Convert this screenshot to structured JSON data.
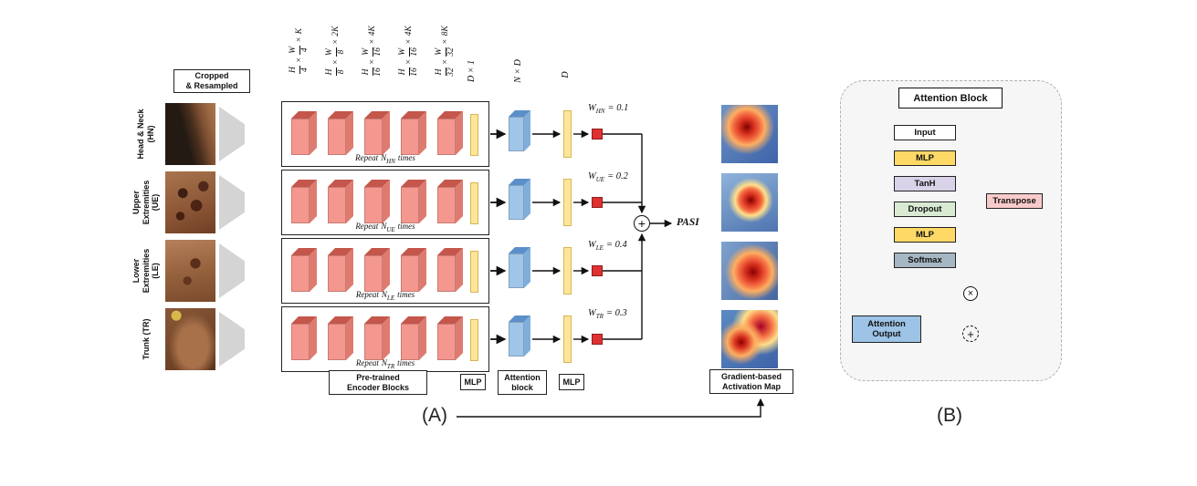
{
  "ops": {
    "times": "×",
    "plus": "+",
    "multiply": "×"
  },
  "panel_a": {
    "caption": "(A)",
    "cropped_resampled_label": "Cropped\n& Resampled",
    "col_headers": [
      {
        "f1n": "H",
        "f1d": "4",
        "f2n": "W",
        "f2d": "4",
        "mul": "K"
      },
      {
        "f1n": "H",
        "f1d": "8",
        "f2n": "W",
        "f2d": "8",
        "mul": "2K"
      },
      {
        "f1n": "H",
        "f1d": "16",
        "f2n": "W",
        "f2d": "16",
        "mul": "4K"
      },
      {
        "f1n": "H",
        "f1d": "16",
        "f2n": "W",
        "f2d": "16",
        "mul": "4K"
      },
      {
        "f1n": "H",
        "f1d": "32",
        "f2n": "W",
        "f2d": "32",
        "mul": "8K"
      }
    ],
    "dim_d1": "D × 1",
    "dim_nd": "N × D",
    "dim_d": "D",
    "repeat_pre": "Repeat",
    "repeat_sym": "N",
    "repeat_post": "times",
    "weight_sym": "W",
    "rows": [
      {
        "label": "Head & Neck\n(HN)",
        "repeat_sub": "HN",
        "weight_sub": "HN",
        "weight_val": "= 0.1"
      },
      {
        "label": "Upper\nExtremities\n(UE)",
        "repeat_sub": "UE",
        "weight_sub": "UE",
        "weight_val": "= 0.2"
      },
      {
        "label": "Lower\nExtremities\n(LE)",
        "repeat_sub": "LE",
        "weight_sub": "LE",
        "weight_val": "= 0.4"
      },
      {
        "label": "Trunk (TR)",
        "repeat_sub": "TR",
        "weight_sub": "TR",
        "weight_val": "= 0.3"
      }
    ],
    "pasi_label": "PASI",
    "bottom_labels": {
      "encoder": "Pre-trained\nEncoder Blocks",
      "mlp1": "MLP",
      "attention": "Attention\nblock",
      "mlp2": "MLP",
      "gradcam": "Gradient-based\nActivation Map"
    }
  },
  "panel_b": {
    "caption": "(B)",
    "title": "Attention Block",
    "nodes": {
      "input": "Input",
      "mlp1": "MLP",
      "tanh": "TanH",
      "dropout": "Dropout",
      "mlp2": "MLP",
      "softmax": "Softmax",
      "transpose": "Transpose",
      "output": "Attention\nOutput"
    }
  },
  "colors": {
    "encoder_block": "#F4978E",
    "encoder_block_dark": "#C4564B",
    "mlp_bar": "#FFE599",
    "attention_block_3d": "#9FC5E8",
    "weight_square": "#E03131",
    "node_mlp": "#FFD966",
    "node_tanh": "#D9D2E9",
    "node_dropout": "#D9EAD3",
    "node_softmax": "#A6B7C4",
    "node_transpose": "#F8CBCB",
    "node_output": "#9DC3E6",
    "heatmap_cold": "#4575B4",
    "heatmap_hot": "#D7301F"
  }
}
